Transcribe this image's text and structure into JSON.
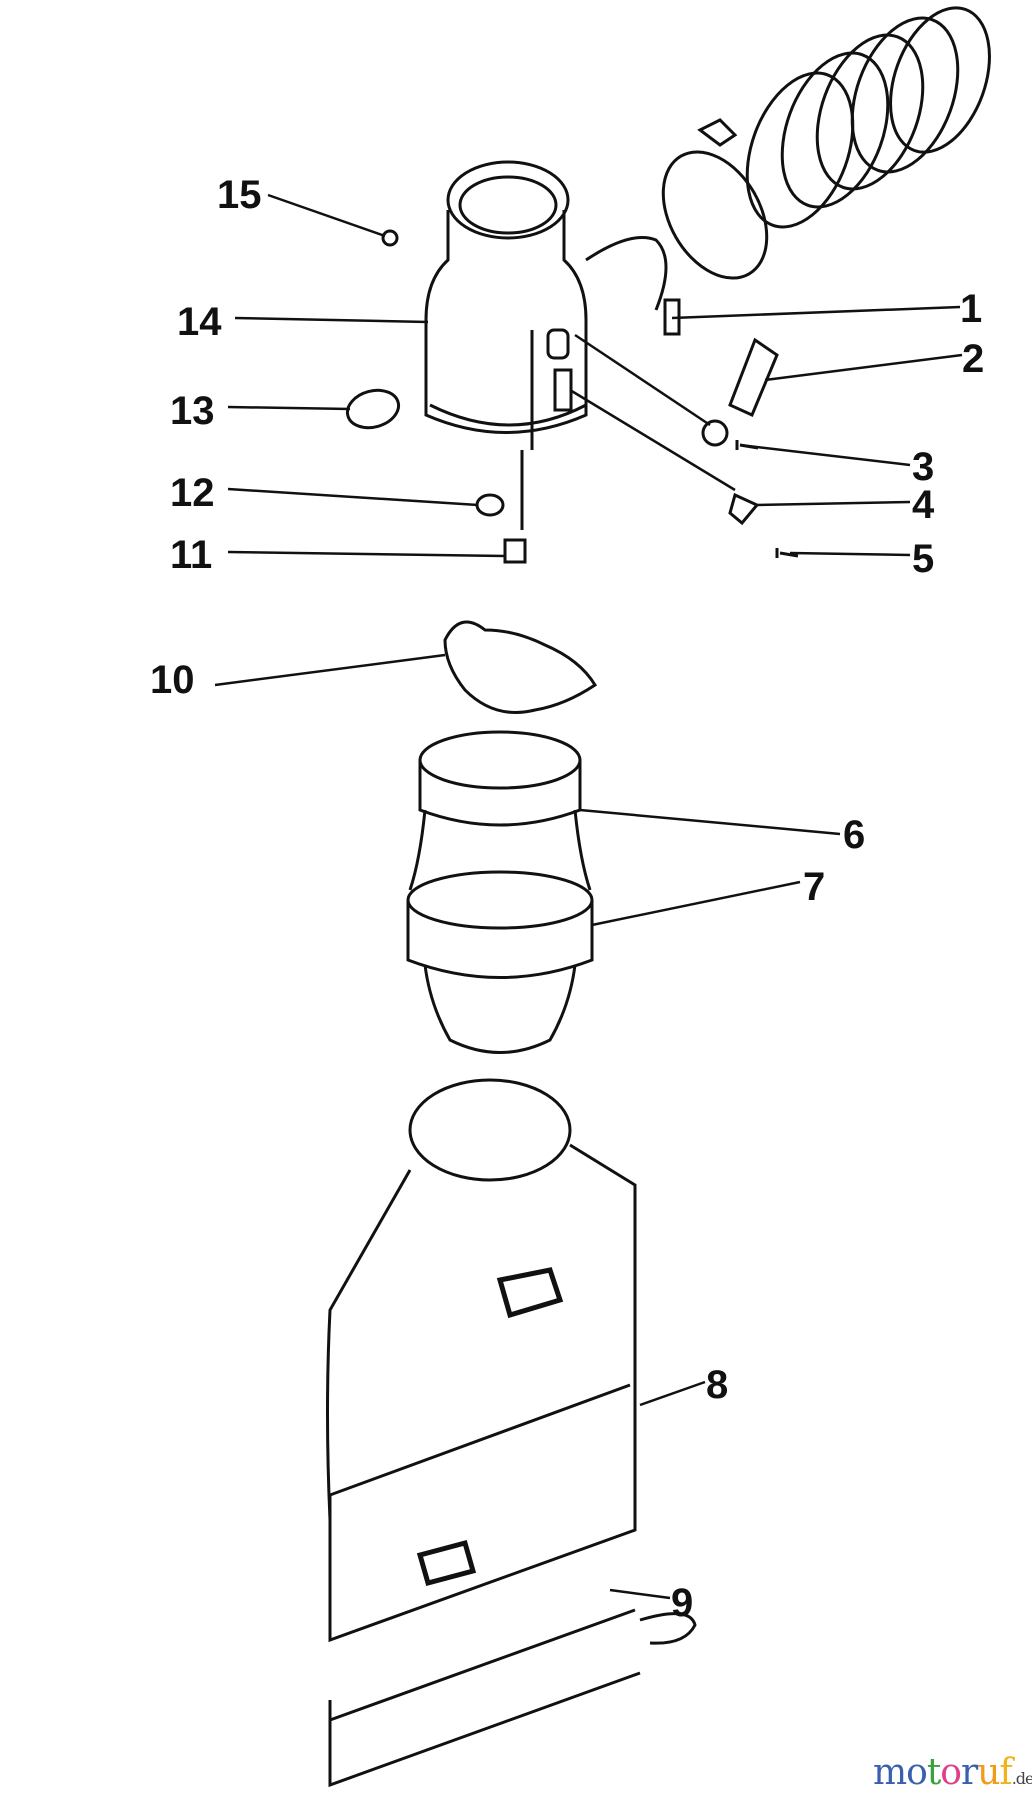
{
  "diagram": {
    "callouts": [
      "1",
      "2",
      "3",
      "4",
      "5",
      "6",
      "7",
      "8",
      "9",
      "10",
      "11",
      "12",
      "13",
      "14",
      "15"
    ]
  },
  "watermark": {
    "letters": [
      "m",
      "o",
      "t",
      "o",
      "r",
      "u",
      "f"
    ],
    "colors": [
      "#3a5fb0",
      "#3a5fb0",
      "#3aa040",
      "#e0408a",
      "#3a5fb0",
      "#f29a1a",
      "#f2b21a"
    ],
    "suffix": ".de"
  }
}
